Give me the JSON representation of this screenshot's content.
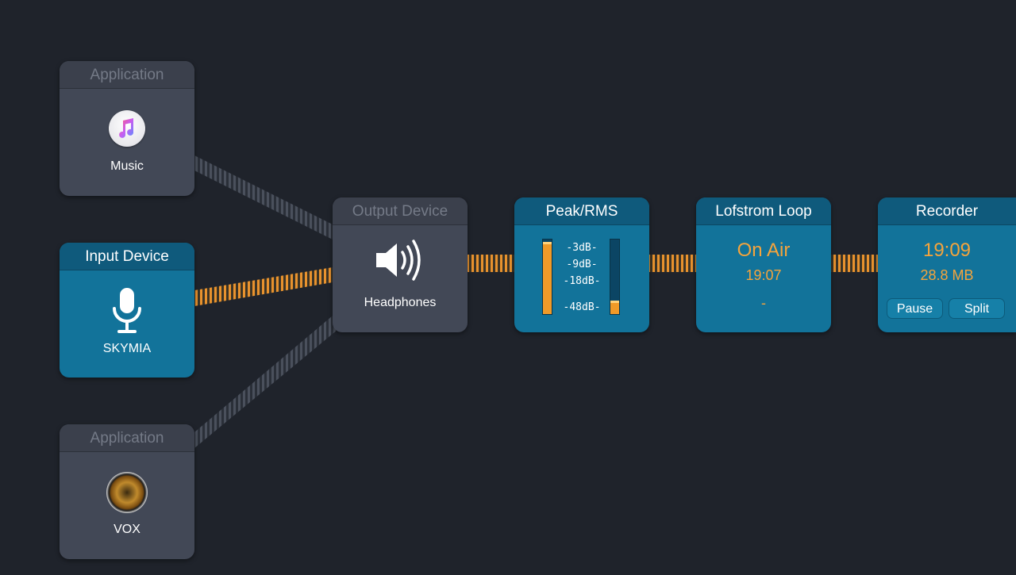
{
  "colors": {
    "background": "#1f232b",
    "node_gray": "#424856",
    "node_blue": "#12739a",
    "accent_orange": "#f5a43c",
    "wire_idle": "#3a404b"
  },
  "nodes": {
    "music_app": {
      "header": "Application",
      "icon": "music-app-icon",
      "name": "Music"
    },
    "input_device": {
      "header": "Input Device",
      "icon": "microphone-icon",
      "name": "SKYMIA"
    },
    "vox_app": {
      "header": "Application",
      "icon": "speaker-icon",
      "name": "VOX"
    },
    "output_device": {
      "header": "Output Device",
      "icon": "volume-icon",
      "name": "Headphones"
    },
    "meter": {
      "header": "Peak/RMS",
      "scale": [
        "-3dB-",
        "-9dB-",
        "-18dB-",
        "-48dB-"
      ],
      "left_level": 0.97,
      "right_level": 0.18
    },
    "stream": {
      "header": "Lofstrom Loop",
      "status": "On Air",
      "time": "19:07",
      "extra": "-"
    },
    "recorder": {
      "header": "Recorder",
      "time": "19:09",
      "size": "28.8 MB",
      "pause_label": "Pause",
      "split_label": "Split"
    }
  }
}
